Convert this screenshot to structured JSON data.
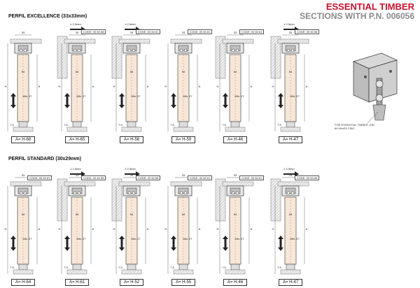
{
  "header": {
    "title": "ESSENTIAL TIMBER",
    "subtitle": "SECTIONS WITH P.N. 006056"
  },
  "sections": [
    {
      "title": "PERFIL EXCELLENCE (33x33mm)",
      "panels": [
        {
          "label": "A= H-68",
          "code": "",
          "thickness": ""
        },
        {
          "label": "A= H-65",
          "code": "CODE: 00 60 58",
          "thickness": "≥ 2,5mm"
        },
        {
          "label": "A= H-56",
          "code": "CODE: 00 60 61",
          "thickness": "≥ 2,5mm"
        },
        {
          "label": "A= H-59",
          "code": "CODE: 00 60 61",
          "thickness": ""
        },
        {
          "label": "A= H-46",
          "code": "CODE: 00 60 61",
          "thickness": ""
        },
        {
          "label": "A= H-47",
          "code": "CODE: 00 60 58",
          "thickness": "≥ 2,5mm"
        }
      ]
    },
    {
      "title": "PERFIL STANDARD (30x29mm)",
      "panels": [
        {
          "label": "A= H-64",
          "code": "CODE: 00 60 61",
          "thickness": ""
        },
        {
          "label": "A= H-61",
          "code": "CODE: 00 60 58",
          "thickness": "≥ 2,5mm"
        },
        {
          "label": "A= H-52",
          "code": "CODE: 00 60 58",
          "thickness": "≥ 2,5mm"
        },
        {
          "label": "A= H-55",
          "code": "CODE: 00 60 61",
          "thickness": ""
        },
        {
          "label": "A= H-46",
          "code": "CODE: 00 60 61",
          "thickness": ""
        },
        {
          "label": "A= H-47",
          "code": "CODE: 00 60 58",
          "thickness": "≥ 2,5mm"
        }
      ]
    }
  ],
  "dims": {
    "top": "33",
    "width": "54",
    "mid": "Min. 27",
    "bottom": "7,5",
    "h": "H",
    "a": "A"
  },
  "note": "FOR ESSENTIAL TIMBER: DIN 84 M4x25 CINC."
}
